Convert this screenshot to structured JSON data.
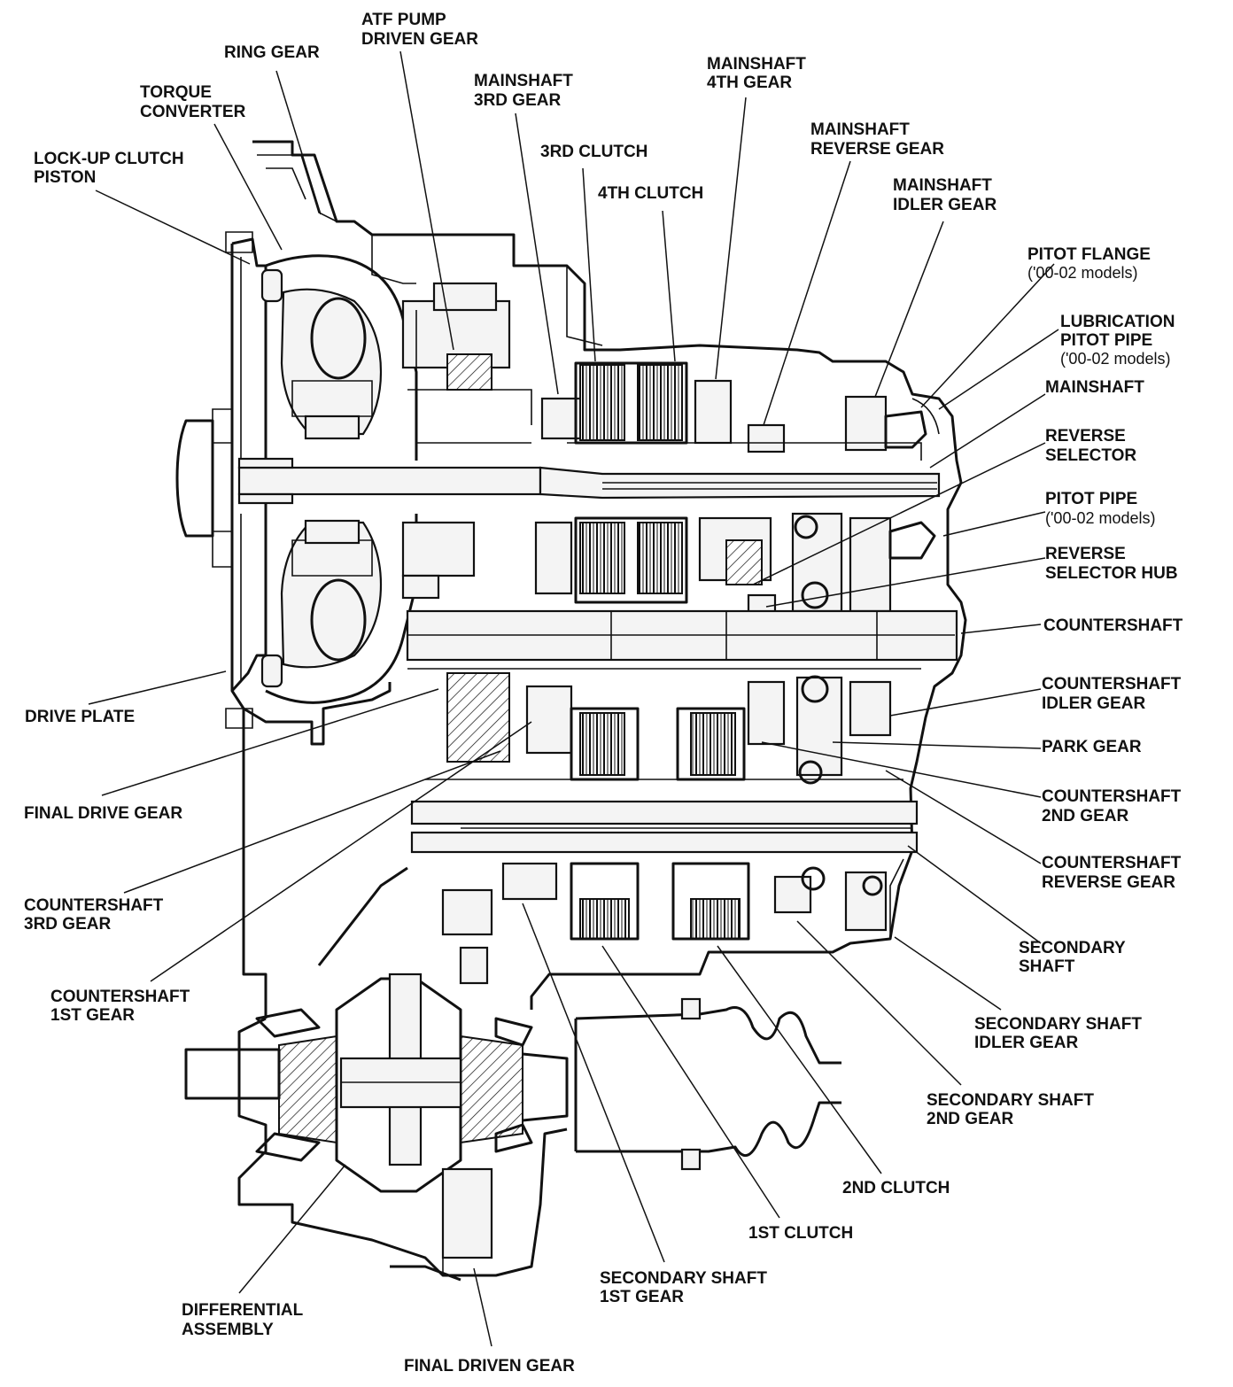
{
  "labels": {
    "ring_gear": "RING GEAR",
    "atf_pump_l1": "ATF PUMP",
    "atf_pump_l2": "DRIVEN GEAR",
    "torque_l1": "TORQUE",
    "torque_l2": "CONVERTER",
    "lockup_l1": "LOCK-UP CLUTCH",
    "lockup_l2": "PISTON",
    "ms3_l1": "MAINSHAFT",
    "ms3_l2": "3RD GEAR",
    "ms4_l1": "MAINSHAFT",
    "ms4_l2": "4TH GEAR",
    "clutch3": "3RD CLUTCH",
    "clutch4": "4TH CLUTCH",
    "msrev_l1": "MAINSHAFT",
    "msrev_l2": "REVERSE GEAR",
    "msidler_l1": "MAINSHAFT",
    "msidler_l2": "IDLER GEAR",
    "pitot_flange": "PITOT FLANGE",
    "pitot_flange_note": "('00-02 models)",
    "lube_l1": "LUBRICATION",
    "lube_l2": "PITOT PIPE",
    "lube_note": "('00-02 models)",
    "mainshaft": "MAINSHAFT",
    "revsel_l1": "REVERSE",
    "revsel_l2": "SELECTOR",
    "pitot_pipe": "PITOT PIPE",
    "pitot_pipe_note": "('00-02 models)",
    "revhub_l1": "REVERSE",
    "revhub_l2": "SELECTOR HUB",
    "countershaft": "COUNTERSHAFT",
    "csidler_l1": "COUNTERSHAFT",
    "csidler_l2": "IDLER GEAR",
    "park_gear": "PARK GEAR",
    "cs2_l1": "COUNTERSHAFT",
    "cs2_l2": "2ND GEAR",
    "csrev_l1": "COUNTERSHAFT",
    "csrev_l2": "REVERSE GEAR",
    "secshaft_l1": "SECONDARY",
    "secshaft_l2": "SHAFT",
    "ssidler_l1": "SECONDARY SHAFT",
    "ssidler_l2": "IDLER GEAR",
    "ss2_l1": "SECONDARY SHAFT",
    "ss2_l2": "2ND GEAR",
    "clutch2": "2ND CLUTCH",
    "clutch1": "1ST CLUTCH",
    "ss1_l1": "SECONDARY SHAFT",
    "ss1_l2": "1ST GEAR",
    "final_driven": "FINAL DRIVEN GEAR",
    "diff_l1": "DIFFERENTIAL",
    "diff_l2": "ASSEMBLY",
    "cs1_l1": "COUNTERSHAFT",
    "cs1_l2": "1ST GEAR",
    "cs3_l1": "COUNTERSHAFT",
    "cs3_l2": "3RD GEAR",
    "final_drive": "FINAL DRIVE GEAR",
    "drive_plate": "DRIVE PLATE"
  }
}
